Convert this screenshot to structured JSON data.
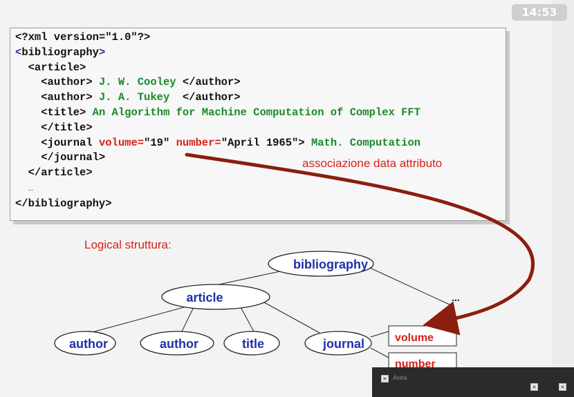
{
  "clock": "14:53",
  "code": {
    "line1": "<?xml version=\"1.0\"?>",
    "bib_open_lt": "<",
    "bib_open_name": "bibliography",
    "bib_open_gt": ">",
    "article_open": "<article>",
    "author1_open": "<author>",
    "author1_text": " J. W. Cooley ",
    "author1_close": "</author>",
    "author2_open": "<author>",
    "author2_text": " J. A. Tukey  ",
    "author2_close": "</author>",
    "title_open": "<title>",
    "title_text": " An Algorithm for Machine Computation of Complex FFT",
    "title_close": "</title>",
    "journal_open": "<journal ",
    "attr_volume_name": "volume=",
    "attr_volume_value": "\"19\"",
    "attr_number_name": "number=",
    "attr_number_value": "\"April 1965\"",
    "journal_open_end": ">",
    "journal_text": " Math. Computation",
    "journal_close": "</journal>",
    "article_close": "</article>",
    "ellipsis": "…",
    "bib_close": "</bibliography>"
  },
  "annotation": "associazione data attributo",
  "tree_label": "Logical struttura:",
  "tree": {
    "root": "bibliography",
    "article": "article",
    "author_a": "author",
    "author_b": "author",
    "title": "title",
    "journal": "journal",
    "more": "...",
    "attr_volume": "volume",
    "attr_number": "number"
  },
  "notification": {
    "title": "Avira"
  },
  "colors": {
    "tag": "#1f2fa8",
    "text": "#1a8a2a",
    "attribute": "#d8201a",
    "arrow": "#8b1e0e"
  }
}
